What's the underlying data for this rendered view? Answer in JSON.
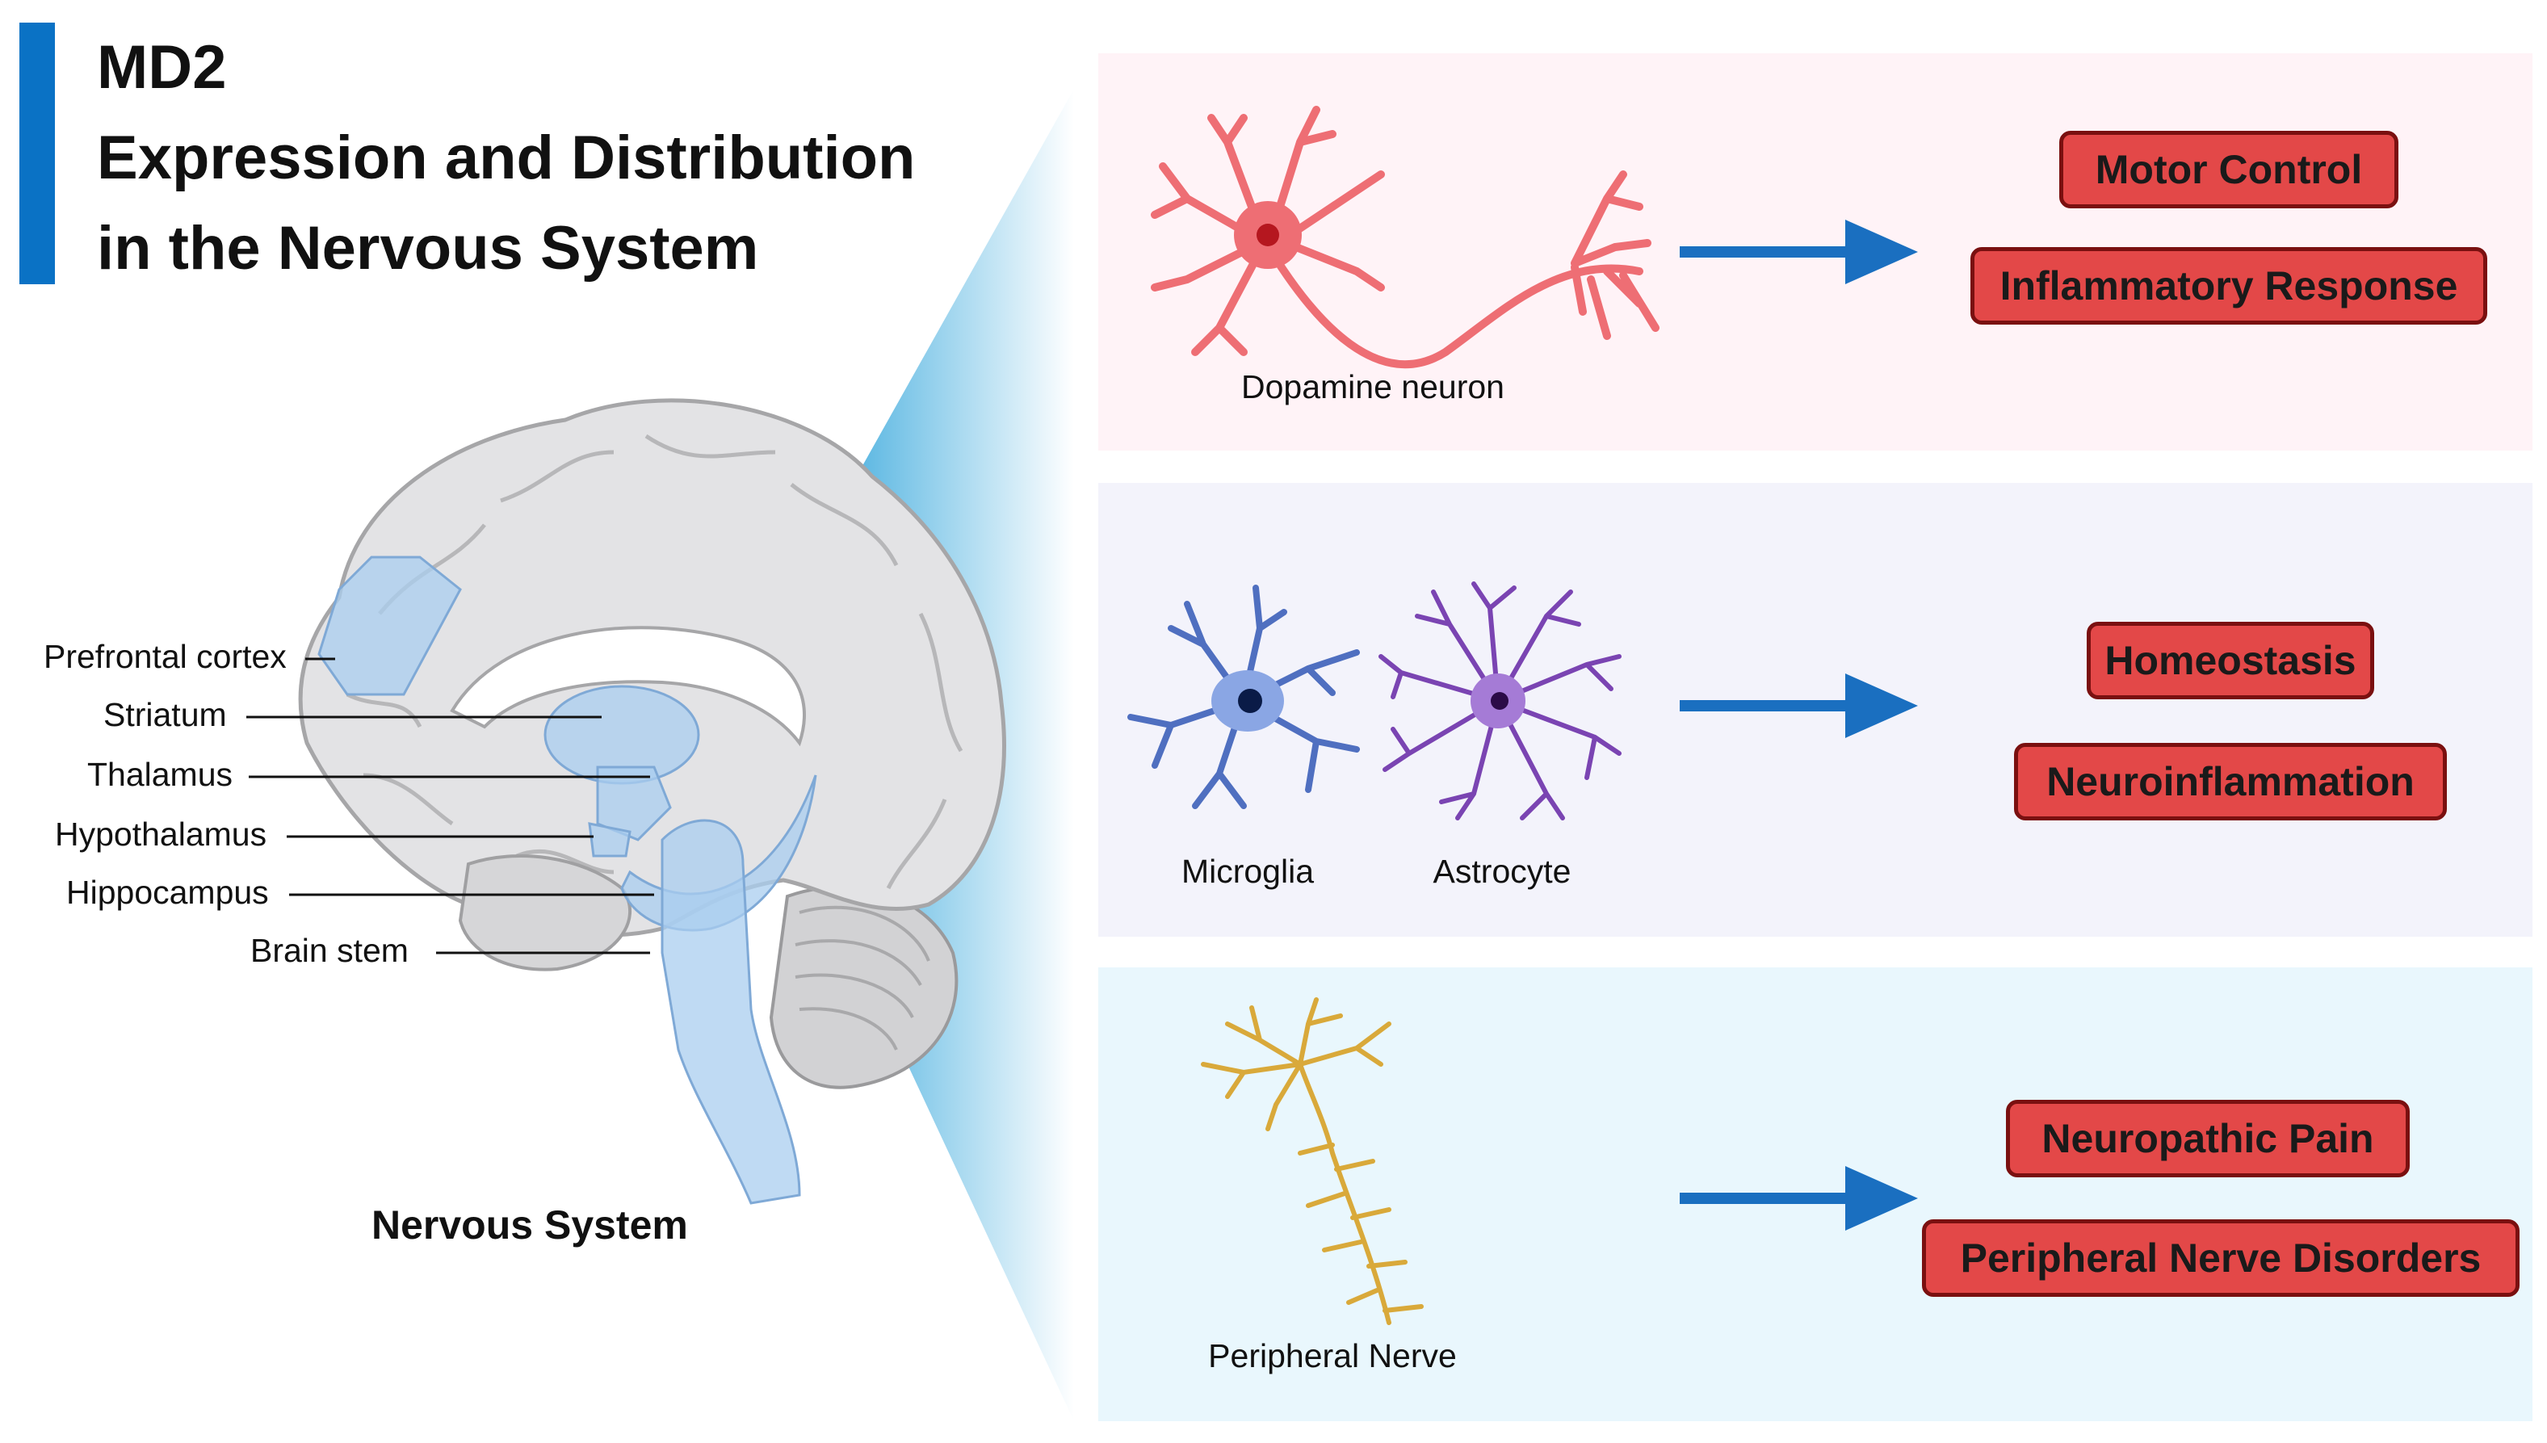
{
  "title": {
    "lines": [
      "MD2",
      "Expression and Distribution",
      "in the Nervous System"
    ],
    "bar_color": "#0a72c5"
  },
  "brain": {
    "caption": "Nervous System",
    "regions": [
      {
        "name": "Prefrontal cortex"
      },
      {
        "name": "Striatum"
      },
      {
        "name": "Thalamus"
      },
      {
        "name": "Hypothalamus"
      },
      {
        "name": "Hippocampus"
      },
      {
        "name": "Brain stem"
      }
    ],
    "highlight_color": "#a9cdef",
    "tissue_color": "#e3e3e5"
  },
  "panels": [
    {
      "cells": [
        {
          "label": "Dopamine neuron",
          "icon": "dopamine-neuron-icon",
          "color": "#ee6e74"
        }
      ],
      "outcomes": [
        "Motor Control",
        "Inflammatory Response"
      ],
      "bg": "#fff3f7"
    },
    {
      "cells": [
        {
          "label": "Microglia",
          "icon": "microglia-icon",
          "color": "#4f6fc0"
        },
        {
          "label": "Astrocyte",
          "icon": "astrocyte-icon",
          "color": "#7a44b2"
        }
      ],
      "outcomes": [
        "Homeostasis",
        "Neuroinflammation"
      ],
      "bg": "#f3f3fb"
    },
    {
      "cells": [
        {
          "label": "Peripheral Nerve",
          "icon": "peripheral-nerve-icon",
          "color": "#d9a93a"
        }
      ],
      "outcomes": [
        "Neuropathic Pain",
        "Peripheral Nerve Disorders"
      ],
      "bg": "#e9f7fd"
    }
  ],
  "colors": {
    "arrow": "#1a6fc0",
    "outcome_fill": "#e34848",
    "outcome_border": "#7a1010",
    "wedge": "#4fb2e0"
  }
}
